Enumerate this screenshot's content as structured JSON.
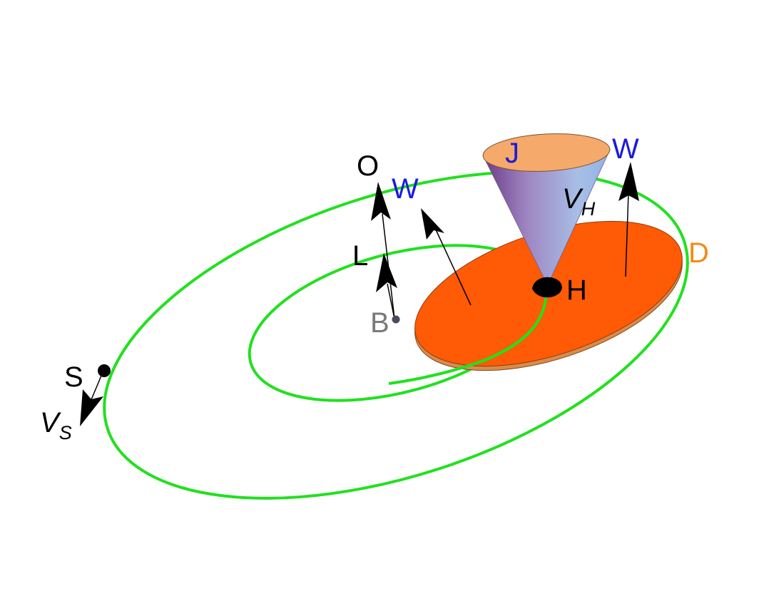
{
  "labels": {
    "O": "O",
    "L": "L",
    "B": "B",
    "S": "S",
    "V_S_main": "V",
    "V_S_sub": "S",
    "H": "H",
    "V_H_main": "V",
    "V_H_sub": "H",
    "J": "J",
    "W_left": "W",
    "W_right": "W",
    "D": "D"
  },
  "colors": {
    "orbit": "#22e01f",
    "disk": "#ff5a06",
    "disk_edge": "#c8752f",
    "cone_top": "#f5a96a",
    "W_label": "#1a1adc",
    "J_label": "#1a1adc",
    "D_label": "#f28a1a",
    "B_label": "#7a7a7a",
    "arrow": "#000000"
  }
}
